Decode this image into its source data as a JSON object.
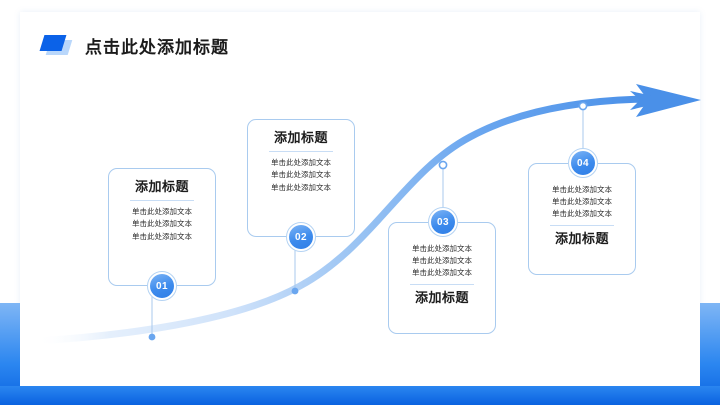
{
  "slide": {
    "background_color": "#ffffff",
    "frame_color_top": "#2b86f0",
    "frame_color_bottom": "#0a62e0"
  },
  "header": {
    "title": "点击此处添加标题",
    "mark_icon": "parallelogram-mark-icon",
    "mark_color_front": "#0b62e8",
    "mark_color_back": "#b9d7fb"
  },
  "curve": {
    "accent_color": "#4a90e8",
    "arrow_icon": "arrow-right-icon"
  },
  "cards": [
    {
      "number": "01",
      "title": "添加标题",
      "lines": [
        "单击此处添加文本",
        "单击此处添加文本",
        "单击此处添加文本"
      ],
      "layout": "title-top"
    },
    {
      "number": "02",
      "title": "添加标题",
      "lines": [
        "单击此处添加文本",
        "单击此处添加文本",
        "单击此处添加文本"
      ],
      "layout": "title-top"
    },
    {
      "number": "03",
      "title": "添加标题",
      "lines": [
        "单击此处添加文本",
        "单击此处添加文本",
        "单击此处添加文本"
      ],
      "layout": "title-bottom"
    },
    {
      "number": "04",
      "title": "添加标题",
      "lines": [
        "单击此处添加文本",
        "单击此处添加文本",
        "单击此处添加文本"
      ],
      "layout": "title-bottom"
    }
  ]
}
